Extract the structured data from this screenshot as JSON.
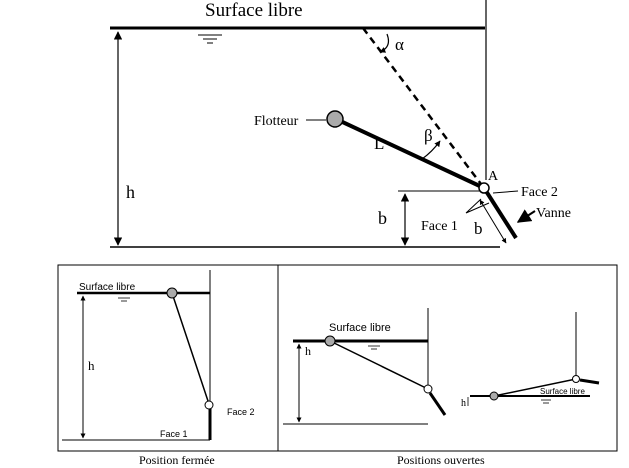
{
  "main_diagram": {
    "surface_label": "Surface libre",
    "alpha_label": "α",
    "beta_label": "β",
    "float_label": "Flotteur",
    "length_label": "L",
    "h_label": "h",
    "b_label": "b",
    "point_label": "A",
    "face1_label": "Face 1",
    "face2_label": "Face 2",
    "gate_label": "Vanne",
    "b_slant_label": "b"
  },
  "closed_panel": {
    "surface_label": "Surface libre",
    "h_label": "h",
    "face2_label": "Face 2",
    "face1_label": "Face 1",
    "caption": "Position fermée"
  },
  "open_panel": {
    "surface_label_1": "Surface libre",
    "h_label": "h",
    "surface_label_2": "Surface libre",
    "h_label_2": "h",
    "caption": "Positions ouvertes"
  }
}
